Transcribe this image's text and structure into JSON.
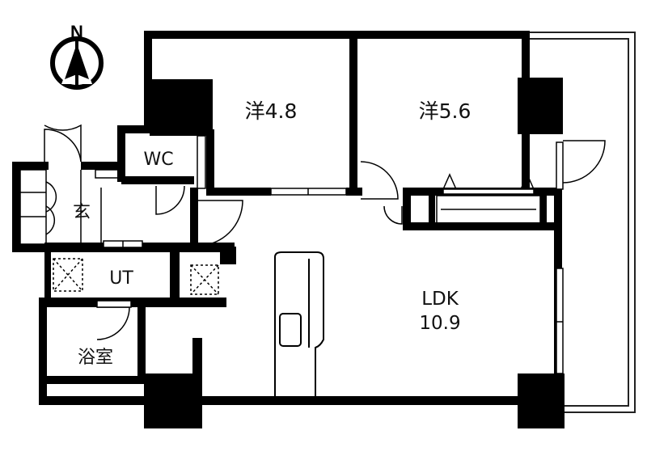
{
  "compass": {
    "north_label": "N",
    "icon": "north-arrow-icon"
  },
  "rooms": {
    "western_room_1": "洋4.8",
    "western_room_2": "洋5.6",
    "toilet": "WC",
    "entrance": "玄",
    "utility": "UT",
    "bathroom": "浴室",
    "ldk_name": "LDK",
    "ldk_size": "10.9"
  },
  "colors": {
    "wall": "#000000",
    "line": "#111111",
    "background": "#ffffff"
  }
}
